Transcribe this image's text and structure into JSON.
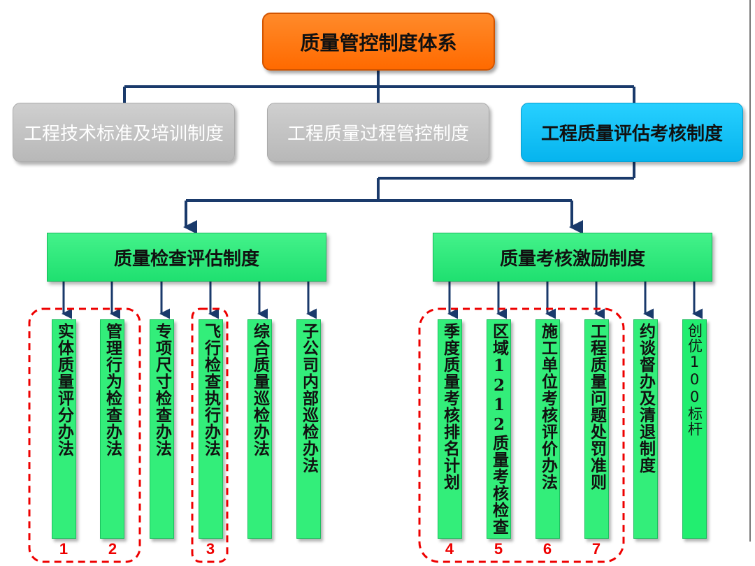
{
  "root": {
    "label": "质量管控制度体系"
  },
  "level1": [
    {
      "label": "工程技术标准及培训制度"
    },
    {
      "label": "工程质量过程管控制度"
    },
    {
      "label": "工程质量评估考核制度"
    }
  ],
  "level2": [
    {
      "label": "质量检查评估制度"
    },
    {
      "label": "质量考核激励制度"
    }
  ],
  "leaves": [
    {
      "label": "实体质量评分办法"
    },
    {
      "label": "管理行为检查办法"
    },
    {
      "label": "专项尺寸检查办法"
    },
    {
      "label": "飞行检查执行办法"
    },
    {
      "label": "综合质量巡检办法"
    },
    {
      "label": "子公司内部巡检办法"
    },
    {
      "label": "季度质量考核排名计划"
    },
    {
      "label": "区域1212质量考核检查"
    },
    {
      "label": "施工单位考核评价办法"
    },
    {
      "label": "工程质量问题处罚准则"
    },
    {
      "label": "约谈督办及清退制度"
    },
    {
      "label": "创优100标杆"
    }
  ],
  "markers": [
    "1",
    "2",
    "3",
    "4",
    "5",
    "6",
    "7"
  ],
  "colors": {
    "root": "#ff7a10",
    "level1_inactive": "#c4c4c4",
    "level1_active": "#12c0f5",
    "level2": "#33ee7a",
    "connector": "#1a3a6b",
    "highlight": "#ee0000"
  }
}
